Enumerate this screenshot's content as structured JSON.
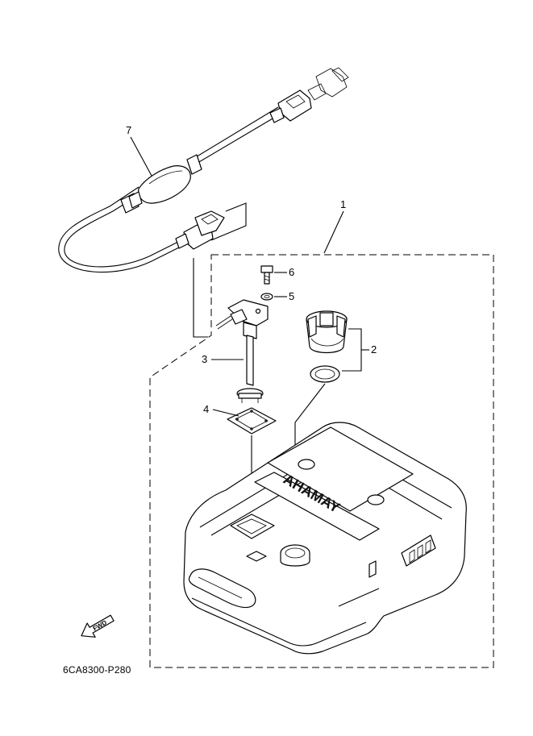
{
  "diagram_code": "6CA8300-P280",
  "fwd_label": "FWD",
  "brand_emboss": "YAMAHA",
  "callouts": [
    "1",
    "2",
    "3",
    "4",
    "5",
    "6",
    "7"
  ]
}
